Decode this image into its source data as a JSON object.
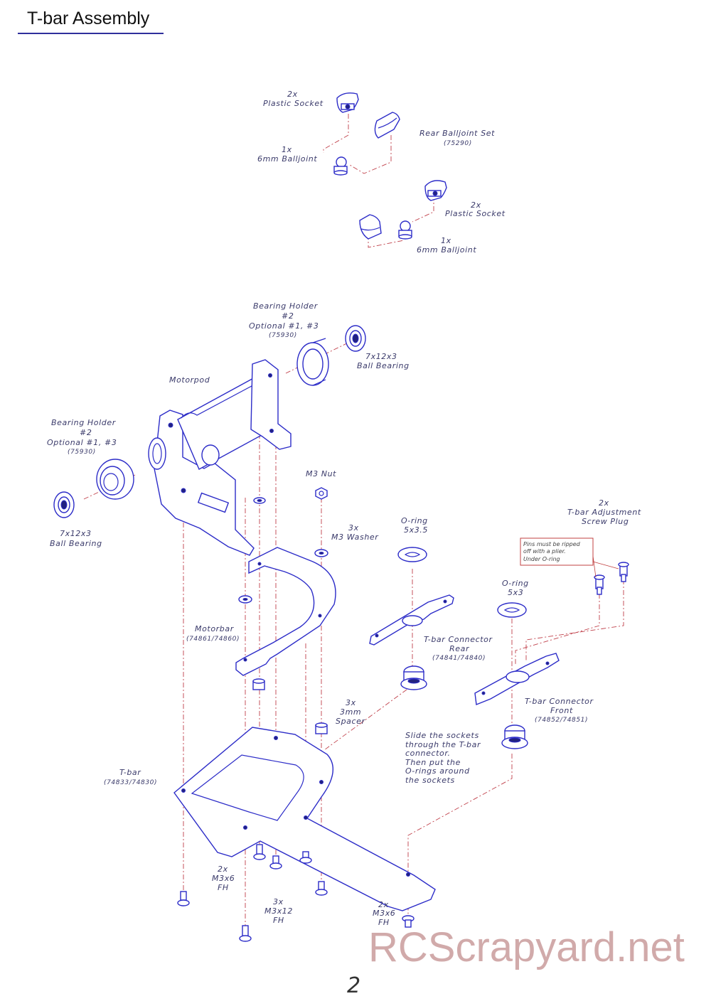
{
  "page": {
    "title": "T-bar Assembly",
    "page_number": "2",
    "watermark": "RCScrapyard.net"
  },
  "labels": {
    "plastic_socket_top_qty": "2x",
    "plastic_socket_top": "Plastic Socket",
    "rear_balljoint_set": "Rear Balljoint Set",
    "rear_balljoint_set_code": "(75290)",
    "balljoint_top_qty": "1x",
    "balljoint_top": "6mm Balljoint",
    "plastic_socket_2_qty": "2x",
    "plastic_socket_2": "Plastic Socket",
    "balljoint_2_qty": "1x",
    "balljoint_2": "6mm Balljoint",
    "bearing_holder_r_1": "Bearing Holder",
    "bearing_holder_r_2": "#2",
    "bearing_holder_r_3": "Optional #1, #3",
    "bearing_holder_r_code": "(75930)",
    "bearing_r_1": "7x12x3",
    "bearing_r_2": "Ball Bearing",
    "motorpod": "Motorpod",
    "bearing_holder_l_1": "Bearing Holder",
    "bearing_holder_l_2": "#2",
    "bearing_holder_l_3": "Optional #1, #3",
    "bearing_holder_l_code": "(75930)",
    "bearing_l_1": "7x12x3",
    "bearing_l_2": "Ball Bearing",
    "m3_nut": "M3 Nut",
    "washer_qty": "3x",
    "washer": "M3 Washer",
    "oring_rear_1": "O-ring",
    "oring_rear_2": "5x3.5",
    "oring_front_1": "O-ring",
    "oring_front_2": "5x3",
    "screw_plug_qty": "2x",
    "screw_plug_1": "T-bar Adjustment",
    "screw_plug_2": "Screw Plug",
    "pins_note_1": "Pins must be ripped",
    "pins_note_2": "off with a plier.",
    "pins_note_3": "Under O-ring",
    "motorbar": "Motorbar",
    "motorbar_code": "(74861/74860)",
    "connector_rear": "T-bar Connector",
    "connector_rear_2": "Rear",
    "connector_rear_code": "(74841/74840)",
    "connector_front": "T-bar Connector",
    "connector_front_2": "Front",
    "connector_front_code": "(74852/74851)",
    "spacer_qty": "3x",
    "spacer_1": "3mm",
    "spacer_2": "Spacer",
    "slide_note_1": "Slide the sockets",
    "slide_note_2": "through the T-bar",
    "slide_note_3": "connector.",
    "slide_note_4": "Then put the",
    "slide_note_5": "O-rings around",
    "slide_note_6": "the sockets",
    "tbar": "T-bar",
    "tbar_code": "(74833/74830)",
    "screw_a_qty": "2x",
    "screw_a_1": "M3x6",
    "screw_a_2": "FH",
    "screw_b_qty": "3x",
    "screw_b_1": "M3x12",
    "screw_b_2": "FH",
    "screw_c_qty": "2x",
    "screw_c_1": "M3x6",
    "screw_c_2": "FH"
  }
}
